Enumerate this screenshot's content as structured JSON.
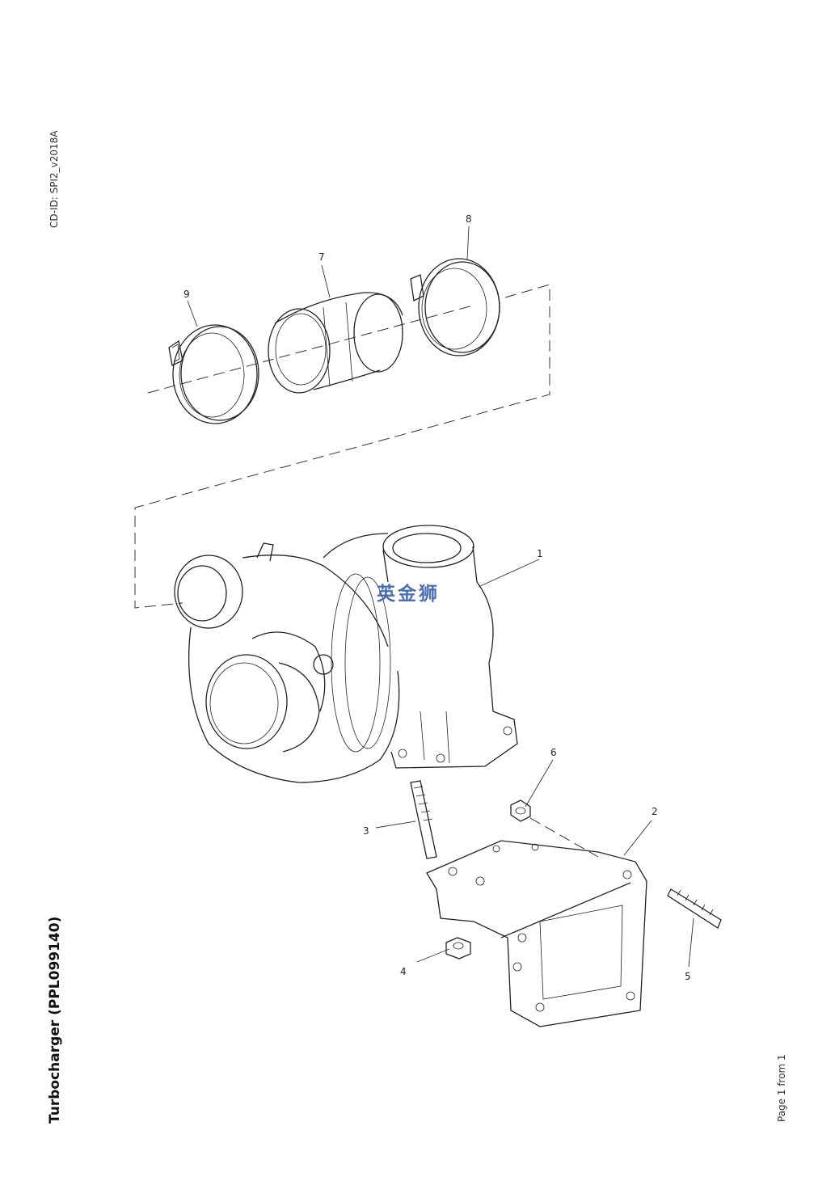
{
  "header": {
    "cd_id": "CD-ID: SPI2_v2018A"
  },
  "title": "Turbocharger (PPL099140)",
  "footer": {
    "page": "Page 1 from 1"
  },
  "watermark": "英金狮",
  "callouts": [
    "1",
    "2",
    "3",
    "4",
    "5",
    "6",
    "7",
    "8",
    "9"
  ],
  "colors": {
    "line": "#222222",
    "watermark": "#3a5fa8",
    "background": "#ffffff"
  }
}
